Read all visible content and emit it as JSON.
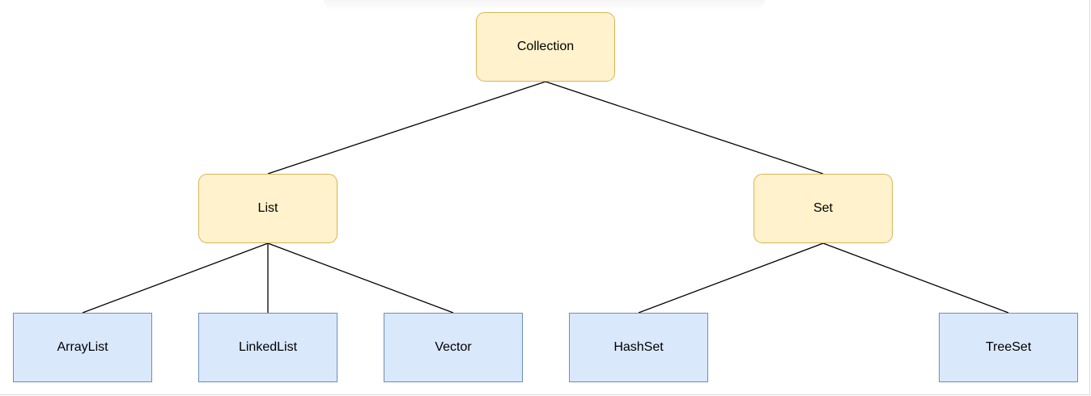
{
  "diagram": {
    "colors": {
      "interface_fill": "#fff2cc",
      "interface_stroke": "#d6b656",
      "impl_fill": "#dae8fc",
      "impl_stroke": "#6c8ebf",
      "edge": "#000000"
    },
    "nodes": {
      "collection": "Collection",
      "list": "List",
      "set": "Set",
      "arraylist": "ArrayList",
      "linkedlist": "LinkedList",
      "vector": "Vector",
      "hashset": "HashSet",
      "treeset": "TreeSet"
    },
    "edges": [
      [
        "collection",
        "list"
      ],
      [
        "collection",
        "set"
      ],
      [
        "list",
        "arraylist"
      ],
      [
        "list",
        "linkedlist"
      ],
      [
        "list",
        "vector"
      ],
      [
        "set",
        "hashset"
      ],
      [
        "set",
        "treeset"
      ]
    ]
  }
}
